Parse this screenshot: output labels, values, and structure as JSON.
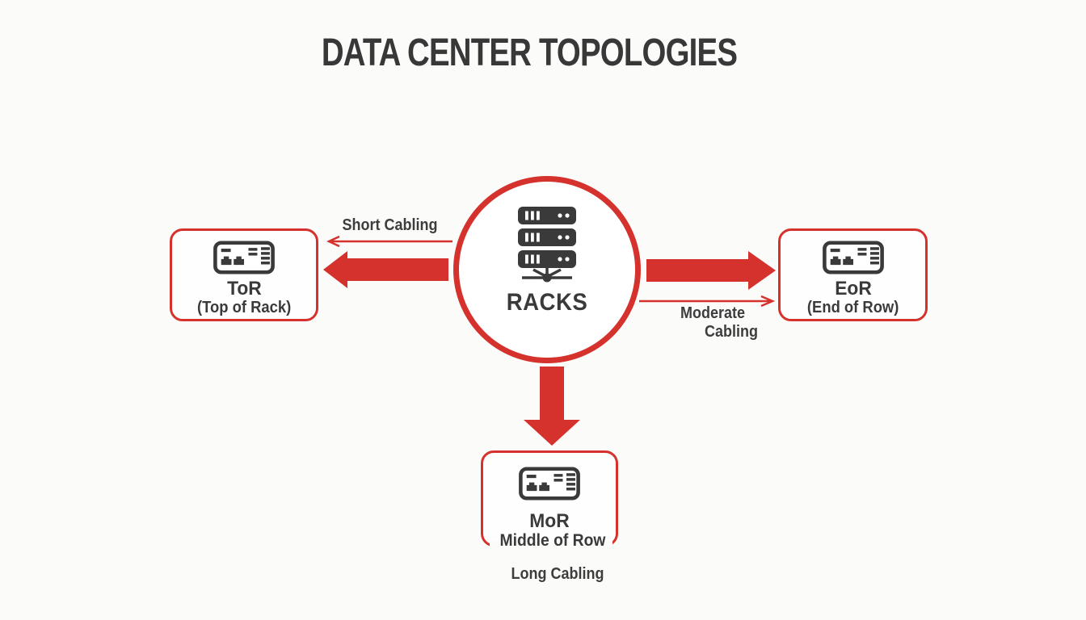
{
  "title": "DATA CENTER TOPOLOGIES",
  "hub": {
    "label": "RACKS",
    "icon": "server-rack-icon"
  },
  "nodes": {
    "tor": {
      "abbr": "ToR",
      "name": "(Top of Rack)",
      "icon": "network-switch-icon"
    },
    "eor": {
      "abbr": "EoR",
      "name": "(End of Row)",
      "icon": "network-switch-icon"
    },
    "mor": {
      "abbr": "MoR",
      "name": "Middle of Row",
      "icon": "network-switch-icon"
    }
  },
  "cabling": {
    "short": "Short Cabling",
    "moderate_line1": "Moderate",
    "moderate_line2": "Cabling",
    "long": "Long Cabling"
  },
  "colors": {
    "accent_red": "#d5322d",
    "text_dark": "#3a3a3a",
    "background": "#fbfbfa"
  }
}
